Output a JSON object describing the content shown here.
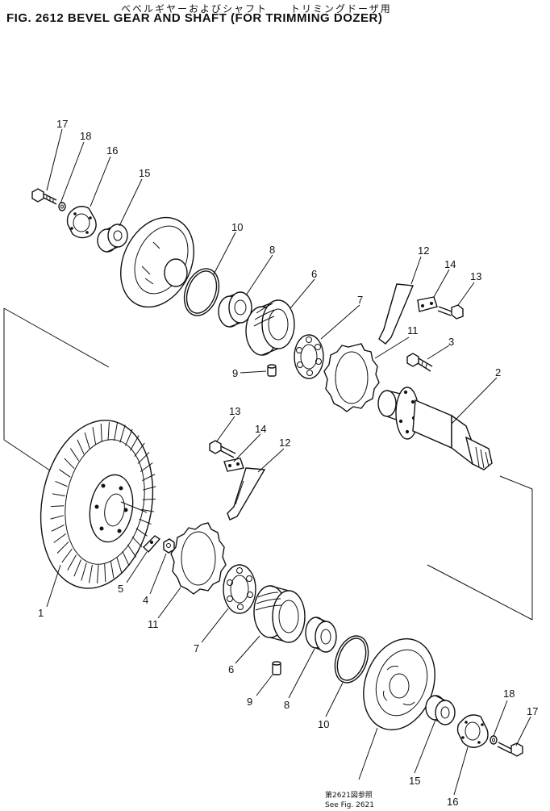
{
  "header": {
    "title_jp": "ベベルギヤーおよびシャフト　　トリミングドーザ用",
    "title": "FIG. 2612  BEVEL GEAR AND SHAFT (FOR TRIMMING DOZER)"
  },
  "reference": {
    "jp": "第2621図参照",
    "en": "See Fig. 2621"
  },
  "callouts": {
    "c1": "1",
    "c2": "2",
    "c3": "3",
    "c4": "4",
    "c5": "5",
    "c6a": "6",
    "c6b": "6",
    "c7a": "7",
    "c7b": "7",
    "c8a": "8",
    "c8b": "8",
    "c9a": "9",
    "c9b": "9",
    "c10a": "10",
    "c10b": "10",
    "c11a": "11",
    "c11b": "11",
    "c12a": "12",
    "c12b": "12",
    "c13a": "13",
    "c13b": "13",
    "c14a": "14",
    "c14b": "14",
    "c15a": "15",
    "c15b": "15",
    "c16a": "16",
    "c16b": "16",
    "c17a": "17",
    "c17b": "17",
    "c18a": "18",
    "c18b": "18"
  }
}
